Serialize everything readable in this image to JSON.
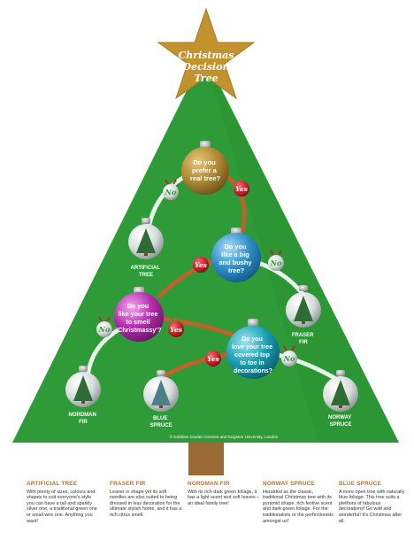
{
  "title": {
    "line1": "Christmas",
    "line2": "Decision",
    "line3": "Tree"
  },
  "questions": {
    "q1": [
      "Do you",
      "prefer a",
      "real tree?"
    ],
    "q2": [
      "Do you",
      "like a big",
      "and bushy",
      "tree?"
    ],
    "q3": [
      "Do you",
      "like your tree",
      "to smell",
      "'Christmassy'?"
    ],
    "q4": [
      "Do you",
      "love your tree",
      "covered top",
      "to toe in",
      "decorations?"
    ]
  },
  "answers": {
    "yes": "Yes",
    "no": "No"
  },
  "trees": {
    "artificial": [
      "ARTIFICIAL",
      "TREE"
    ],
    "fraser": [
      "FRASER",
      "FIR"
    ],
    "nordman": [
      "NORDMAN",
      "FIR"
    ],
    "blue": [
      "BLUE",
      "SPRUCE"
    ],
    "norway": [
      "NORWAY",
      "SPRUCE"
    ]
  },
  "credit": "© Dobbies Garden Centres and Kingston University, London",
  "descriptions": [
    {
      "heading": "ARTIFICIAL TREE",
      "text": "With plenty of sizes, colours and shapes to suit everyone's style you can have a tall and sparkly silver one, a traditional green one or small wire one. Anything you want!"
    },
    {
      "heading": "FRASER FIR",
      "text": "Leaner in shape yet its soft needles are also suited to being dressed in less decoration for the ultimate stylish home, and it has a rich citrus smell."
    },
    {
      "heading": "NORDMAN FIR",
      "text": "With its rich dark green foliage, it has a light scent and soft leaves – an ideal family tree!"
    },
    {
      "heading": "NORWAY SPRUCE",
      "text": "Heralded as the classic, traditional Christmas tree with its pyramid shape, rich festive scent and dark green foliage. For the traditionalists or the perfectionists amongst us!"
    },
    {
      "heading": "BLUE SPRUCE",
      "text": "A more open tree with naturally blue foliage. This tree suits a plethora of fabulous decorations! Go wild and wonderful! It's Christmas after all."
    }
  ],
  "colors": {
    "tree_green": "#2e9b38",
    "trunk": "#9a6a35",
    "star": "#c2922e",
    "q1_bauble": "#b08a36",
    "q2_bauble": "#2f90c9",
    "q3_bauble": "#b62cae",
    "q4_bauble": "#1aa0b4",
    "yes_red": "#c8232b",
    "no_silver": "#d8dcdc",
    "heading_orange": "#c0702a"
  }
}
